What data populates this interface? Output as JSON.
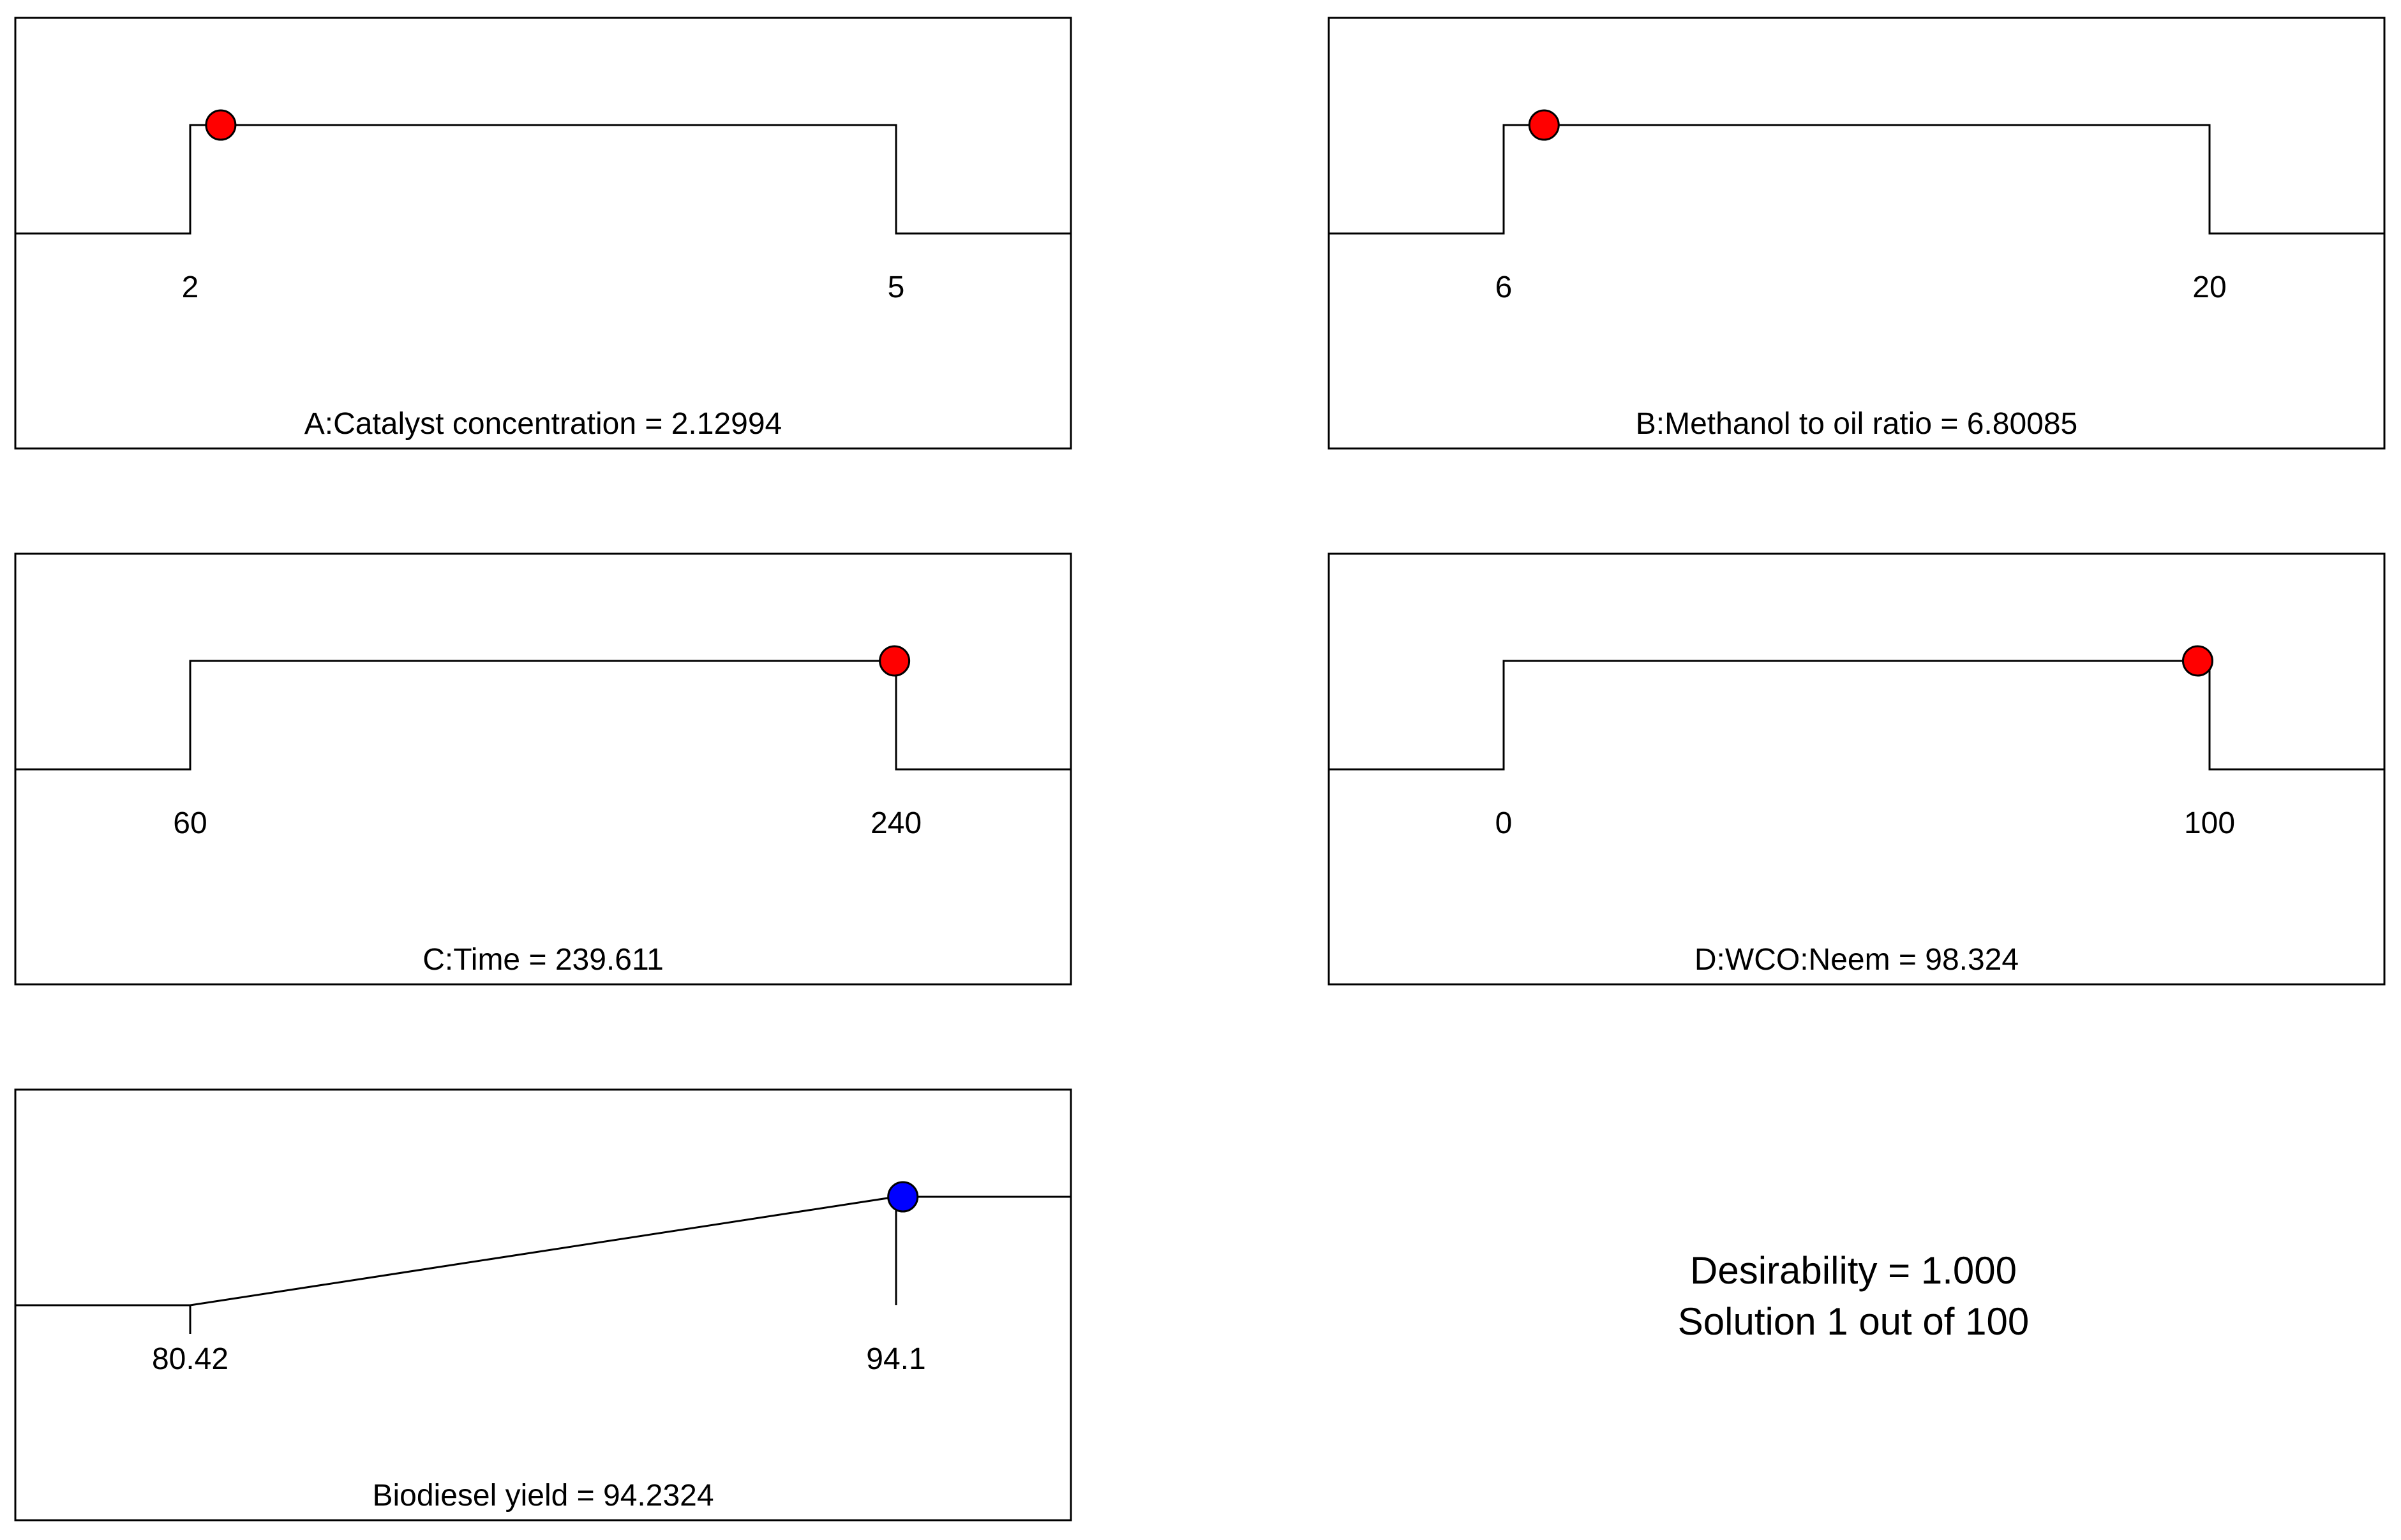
{
  "chart_data": [
    {
      "type": "line",
      "panel": "factor",
      "title": "A:Catalyst concentration = 2.12994",
      "tick_labels": [
        "2",
        "5"
      ],
      "range": [
        2,
        5
      ],
      "value": 2.12994,
      "marker_color": "#ff0000"
    },
    {
      "type": "line",
      "panel": "factor",
      "title": "B:Methanol to oil ratio = 6.80085",
      "tick_labels": [
        "6",
        "20"
      ],
      "range": [
        6,
        20
      ],
      "value": 6.80085,
      "marker_color": "#ff0000"
    },
    {
      "type": "line",
      "panel": "factor",
      "title": "C:Time = 239.611",
      "tick_labels": [
        "60",
        "240"
      ],
      "range": [
        60,
        240
      ],
      "value": 239.611,
      "marker_color": "#ff0000"
    },
    {
      "type": "line",
      "panel": "factor",
      "title": "D:WCO:Neem = 98.324",
      "tick_labels": [
        "0",
        "100"
      ],
      "range": [
        0,
        100
      ],
      "value": 98.324,
      "marker_color": "#ff0000"
    },
    {
      "type": "line",
      "panel": "response",
      "title": "Biodiesel yield = 94.2324",
      "tick_labels": [
        "80.42",
        "94.1"
      ],
      "range": [
        80.42,
        94.1
      ],
      "value": 94.2324,
      "marker_color": "#0000ff"
    }
  ],
  "summary": {
    "desirability": "Desirability = 1.000",
    "solution": "Solution 1 out of 100"
  }
}
